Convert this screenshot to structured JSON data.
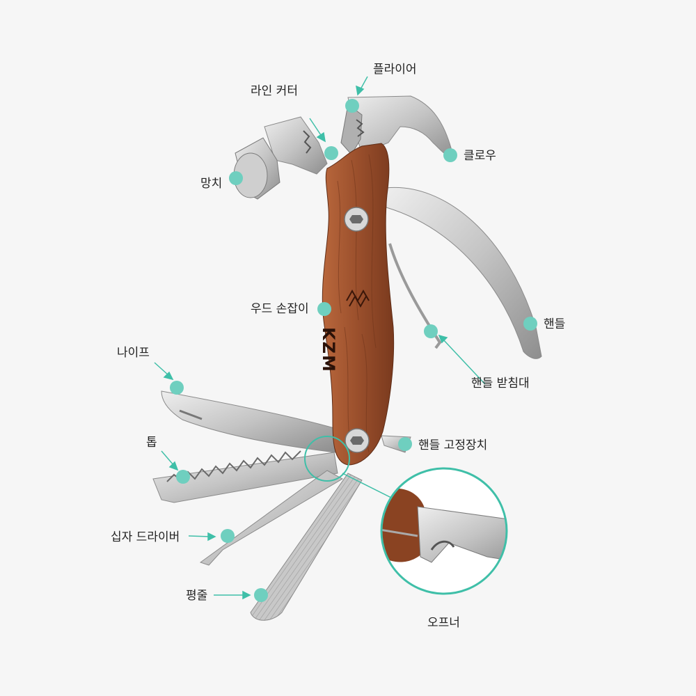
{
  "labels": {
    "pliers": "플라이어",
    "line_cutter": "라인 커터",
    "claw": "클로우",
    "hammer": "망치",
    "wood_handle": "우드 손잡이",
    "handle": "핸들",
    "handle_support": "핸들 받침대",
    "knife": "나이프",
    "handle_lock": "핸들 고정장치",
    "saw": "톱",
    "phillips_screwdriver": "십자 드라이버",
    "file": "평줄",
    "opener": "오프너"
  },
  "logo_text": "KZM",
  "colors": {
    "background": "#f6f6f6",
    "accent_teal": "#6fcfbf",
    "wood": "#9a4f2c",
    "steel": "#c9c9c9",
    "text": "#222222"
  }
}
